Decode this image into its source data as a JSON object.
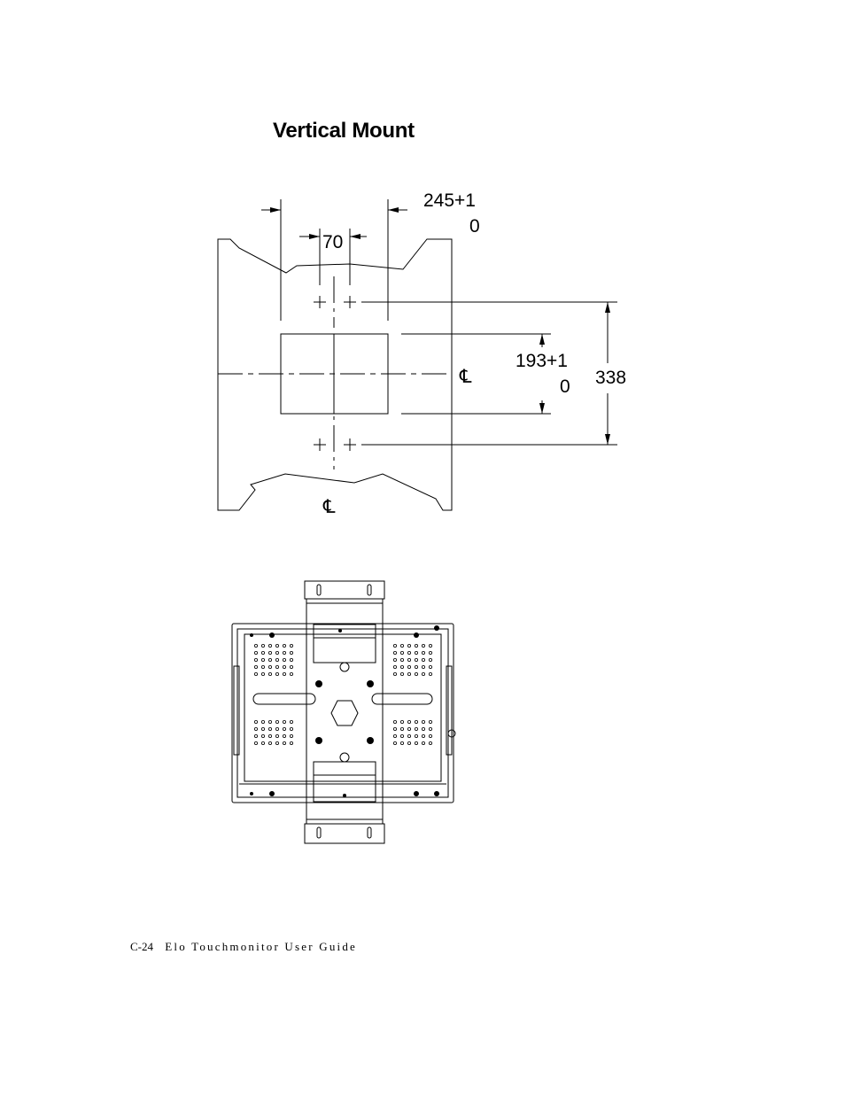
{
  "page": {
    "title": "Vertical Mount",
    "footer": {
      "page_number": "C-24",
      "guide_title": "Elo Touchmonitor User Guide"
    }
  },
  "drawing": {
    "dimensions": {
      "width_top_line1": "245+1",
      "width_top_line2": "0",
      "width_inner": "70",
      "height_inner_line1": "193+1",
      "height_inner_line2": "0",
      "height_outer": "338"
    },
    "centerline_symbol": "℄"
  },
  "colors": {
    "ink": "#000000",
    "paper": "#ffffff"
  }
}
